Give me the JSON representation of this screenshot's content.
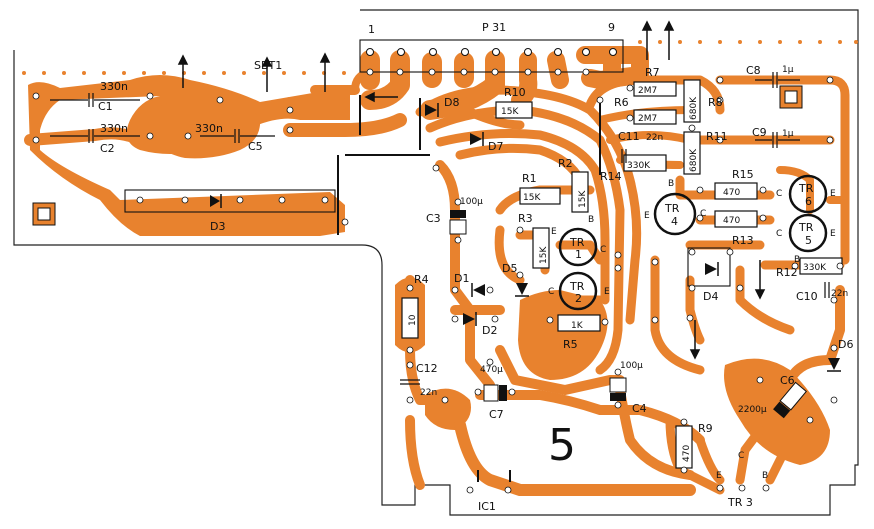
{
  "colors": {
    "copper": "#e8822e",
    "ink": "#111111",
    "board": "#ffffff"
  },
  "board_number": "5",
  "connector": {
    "label": "P 31",
    "pin_first": "1",
    "pin_last": "9"
  },
  "labels": {
    "SBT1": "SBT1",
    "C1": "C1",
    "C1_val": "330n",
    "C2": "C2",
    "C2_val": "330n",
    "C5": "C5",
    "C5_val": "330n",
    "D3": "D3",
    "D8": "D8",
    "D7": "D7",
    "R10": "R10",
    "R10_val": "15K",
    "R7": "R7",
    "R7_val": "2M7",
    "R6": "R6",
    "R6_val": "2M7",
    "R8": "R8",
    "R8_val": "680K",
    "C8": "C8",
    "C8_val": "1µ",
    "C11": "C11",
    "C11_val": "22n",
    "R11": "R11",
    "R11_val": "680K",
    "C9": "C9",
    "C9_val": "1µ",
    "R14": "R14",
    "R14_val": "330K",
    "R2": "R2",
    "R2_val": "15K",
    "R1": "R1",
    "R1_val": "15K",
    "R3": "R3",
    "R3_val": "15K",
    "C3": "C3",
    "C3_val": "100µ",
    "TR1_a": "TR",
    "TR1_b": "1",
    "TR2_a": "TR",
    "TR2_b": "2",
    "TR4_a": "TR",
    "TR4_b": "4",
    "TR5_a": "TR",
    "TR5_b": "5",
    "TR6_a": "TR",
    "TR6_b": "6",
    "TR3": "TR 3",
    "R15": "R15",
    "R15_val": "470",
    "R13": "R13",
    "R13_val": "470",
    "R12": "R12",
    "R12_val": "330K",
    "C10": "C10",
    "C10_val": "22n",
    "D1": "D1",
    "D2": "D2",
    "D4": "D4",
    "D5": "D5",
    "D6": "D6",
    "R4": "R4",
    "R4_val": "10",
    "R5": "R5",
    "R5_val": "1K",
    "C12": "C12",
    "C12_val": "22n",
    "C7": "C7",
    "C7_val": "470µ",
    "C4": "C4",
    "C4_val": "100µ",
    "C6": "C6",
    "C6_val": "2200µ",
    "R9": "R9",
    "R9_val": "470",
    "IC1": "IC1",
    "E": "E",
    "B": "B",
    "C": "C"
  }
}
